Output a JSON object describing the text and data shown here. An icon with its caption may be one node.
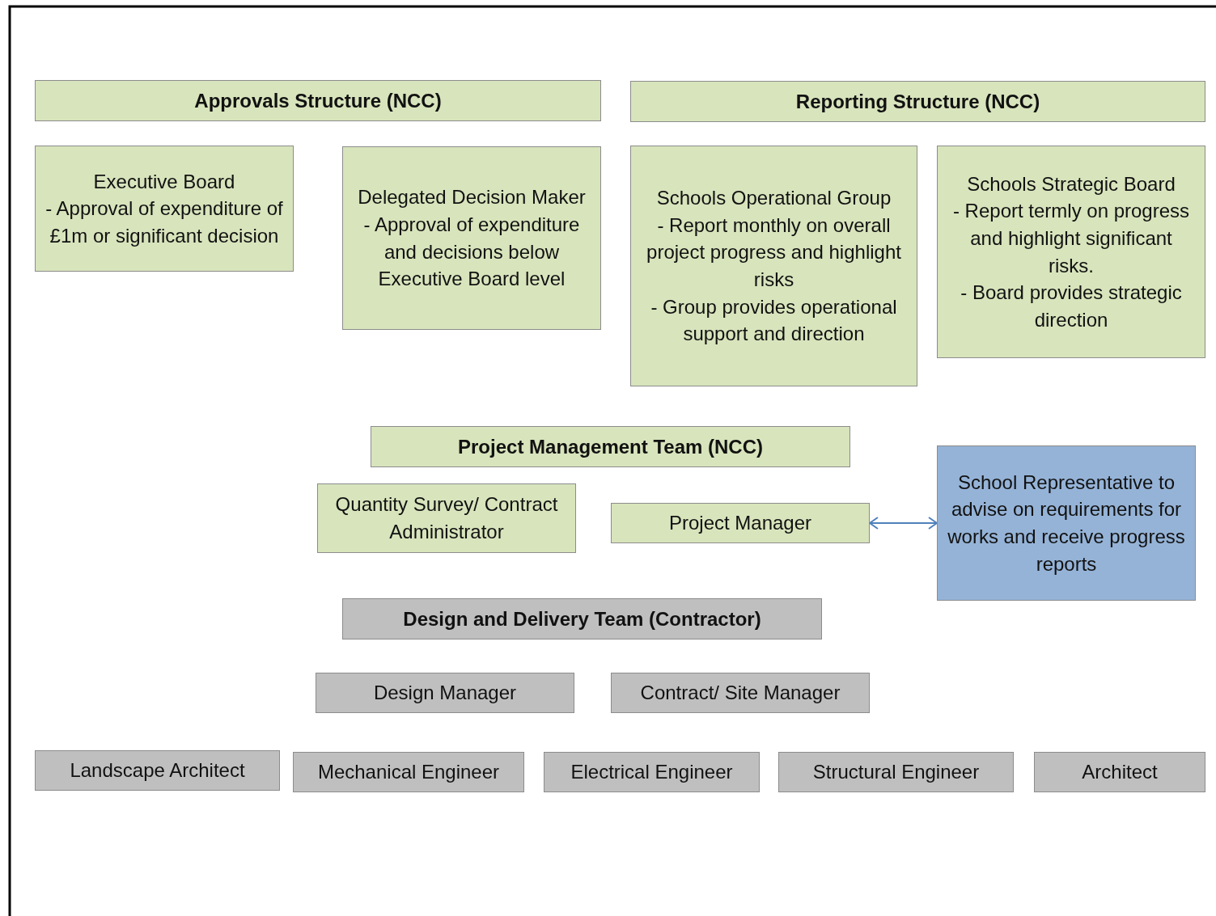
{
  "diagram": {
    "nodes": [
      {
        "text": [
          "Approvals Structure (NCC)"
        ]
      },
      {
        "text": [
          "Reporting Structure (NCC)"
        ]
      },
      {
        "text": [
          "Executive Board",
          "- Approval of expenditure of £1m or significant decision"
        ]
      },
      {
        "text": [
          "Delegated Decision Maker",
          "- Approval of expenditure and decisions below Executive Board level"
        ]
      },
      {
        "text": [
          "Schools Operational Group",
          "- Report monthly on overall project progress and highlight risks",
          "- Group provides operational support and direction"
        ]
      },
      {
        "text": [
          "Schools Strategic Board",
          "- Report termly on progress and highlight significant risks.",
          "- Board provides strategic direction"
        ]
      },
      {
        "text": [
          "Project Management Team (NCC)"
        ]
      },
      {
        "text": [
          "Quantity Survey/ Contract Administrator"
        ]
      },
      {
        "text": [
          "Project Manager"
        ]
      },
      {
        "text": [
          "School Representative to advise on requirements for works and receive progress reports"
        ]
      },
      {
        "text": [
          "Design and Delivery Team (Contractor)"
        ]
      },
      {
        "text": [
          "Design Manager"
        ]
      },
      {
        "text": [
          "Contract/ Site Manager"
        ]
      },
      {
        "text": [
          "Landscape Architect"
        ]
      },
      {
        "text": [
          "Mechanical Engineer"
        ]
      },
      {
        "text": [
          "Electrical Engineer"
        ]
      },
      {
        "text": [
          "Structural Engineer"
        ]
      },
      {
        "text": [
          "Architect"
        ]
      }
    ],
    "edges": [
      {
        "from": 8,
        "to": 9,
        "arrow": "both"
      }
    ]
  }
}
